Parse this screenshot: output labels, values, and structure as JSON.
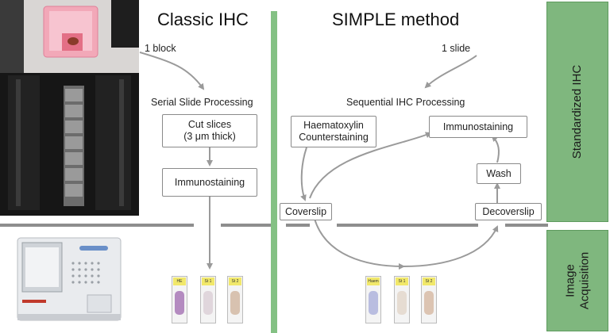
{
  "sections": {
    "classic_title": "Classic IHC",
    "simple_title": "SIMPLE method"
  },
  "side_labels": {
    "standardized": "Standardized IHC",
    "acquisition_line1": "Image",
    "acquisition_line2": "Acquisition"
  },
  "classic": {
    "input_label": "1 block",
    "process_label": "Serial Slide Processing",
    "cut_line1": "Cut slices",
    "cut_line2": "(3 μm thick)",
    "immunostaining": "Immunostaining"
  },
  "simple": {
    "input_label": "1 slide",
    "process_label": "Sequential IHC Processing",
    "haematoxylin_line1": "Haematoxylin",
    "haematoxylin_line2": "Counterstaining",
    "immunostaining": "Immunostaining",
    "wash": "Wash",
    "coverslip": "Coverslip",
    "decoverslip": "Decoverslip"
  },
  "slides": {
    "classic": [
      "HE",
      "St 1",
      "St 2"
    ],
    "simple": [
      "Haem",
      "St 1",
      "St 2"
    ]
  },
  "colors": {
    "divider_green": "#84c184",
    "side_panel_green": "#7fb77e",
    "arrow_gray": "#9a9a9a",
    "slide_label_yellow": "#f1e86a"
  },
  "icons": {
    "tissue_block_photo": "tissue-block-photo",
    "section_ribbon_photo": "section-ribbon-photo",
    "slide_scanner_photo": "slide-scanner-photo"
  }
}
